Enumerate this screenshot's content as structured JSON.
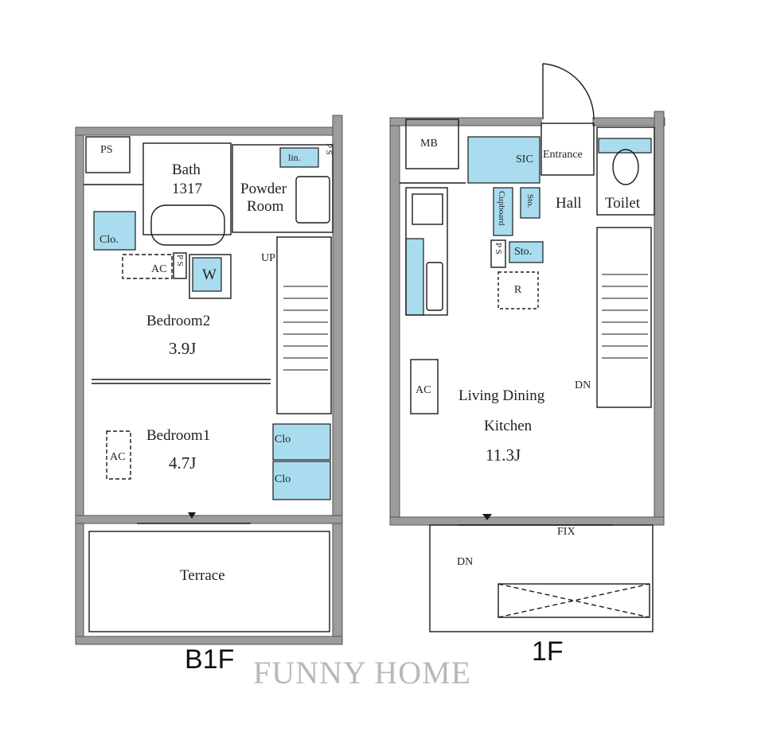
{
  "floors": {
    "b1f": {
      "label": "B1F",
      "rooms": {
        "ps": "PS",
        "bath": "Bath",
        "bath_size": "1317",
        "linen": "lin.",
        "ps2": "P S",
        "powder_room_1": "Powder",
        "powder_room_2": "Room",
        "closet": "Clo.",
        "ac1": "AC",
        "ps3": "P S",
        "washer": "W",
        "up": "UP",
        "bedroom2": "Bedroom2",
        "bedroom2_size": "3.9J",
        "bedroom1": "Bedroom1",
        "bedroom1_size": "4.7J",
        "ac2": "AC",
        "clo_a": "Clo",
        "clo_b": "Clo",
        "terrace": "Terrace"
      }
    },
    "f1": {
      "label": "1F",
      "rooms": {
        "mb": "MB",
        "sic": "SIC",
        "entrance": "Entrance",
        "hall": "Hall",
        "toilet": "Toilet",
        "cupboard": "Cupboard",
        "sto1": "Sto.",
        "sto2": "Sto.",
        "ps": "P S",
        "refrigerator": "R",
        "ac": "AC",
        "ldk_1": "Living Dining",
        "ldk_2": "Kitchen",
        "ldk_size": "11.3J",
        "dn_stairs": "DN",
        "fix": "FIX",
        "dn_outside": "DN"
      }
    }
  },
  "watermark": "FUNNY HOME",
  "colors": {
    "wall": "#9a9a9a",
    "line": "#1a1a1a",
    "storage": "#a8dcee"
  }
}
